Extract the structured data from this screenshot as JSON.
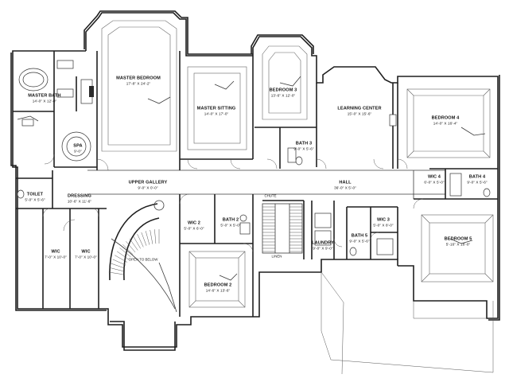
{
  "rooms": {
    "master_bath": {
      "name": "MASTER BATH",
      "dims": "14'-0\" X 12'-0\""
    },
    "master_bedroom": {
      "name": "MASTER BEDROOM",
      "dims": "17'-8\" X 24'-2\""
    },
    "master_sitting": {
      "name": "MASTER SITTING",
      "dims": "14'-0\" X 17'-0\""
    },
    "bedroom_3": {
      "name": "BEDROOM 3",
      "dims": "13'-6\" X 12'-0\""
    },
    "learning_center": {
      "name": "LEARNING CENTER",
      "dims": "15'-0\" X 15'-6\""
    },
    "bedroom_4": {
      "name": "BEDROOM 4",
      "dims": "14'-0\" X 16'-4\""
    },
    "spa": {
      "name": "SPA",
      "dims": "9'-0\""
    },
    "bath_3": {
      "name": "BATH 3",
      "dims": "9'-0\" X 5'-6\""
    },
    "toilet": {
      "name": "TOILET",
      "dims": "5'-0\" X 5'-6\""
    },
    "dressing": {
      "name": "DRESSING",
      "dims": "10'-6\" X 11'-6\""
    },
    "upper_gallery": {
      "name": "UPPER GALLERY",
      "dims": "9'-0\" X 0'-0\""
    },
    "hall": {
      "name": "HALL",
      "dims": "36'-0\" X 5'-0\""
    },
    "wic_4": {
      "name": "WIC 4",
      "dims": "6'-0\" X 5'-0\""
    },
    "bath_4": {
      "name": "BATH 4",
      "dims": "9'-0\" X 5'-6\""
    },
    "wic_left": {
      "name": "WIC",
      "dims": "7'-0\" X 10'-0\""
    },
    "wic_right": {
      "name": "WIC",
      "dims": "7'-0\" X 10'-0\""
    },
    "wic_2": {
      "name": "WIC 2",
      "dims": "5'-0\" X 6'-0\""
    },
    "bath_2": {
      "name": "BATH 2",
      "dims": "5'-0\" X 5'-0\""
    },
    "bedroom_2": {
      "name": "BEDROOM 2",
      "dims": "14'-6\" X 13'-6\""
    },
    "laundry": {
      "name": "LAUNDRY",
      "dims": "9'-0\" X 9'-0\""
    },
    "wic_3": {
      "name": "WIC 3",
      "dims": "5'-0\" X 8'-0\""
    },
    "bath_5": {
      "name": "BATH 5",
      "dims": "9'-0\" X 5'-6\""
    },
    "bedroom_5": {
      "name": "BEDROOM 5",
      "dims": "5'-16\" X 16'-0\""
    }
  },
  "notes": {
    "stair_note": "OPEN TO BELOW",
    "chute_note": "CHUTE",
    "linen_note": "LINEN"
  }
}
